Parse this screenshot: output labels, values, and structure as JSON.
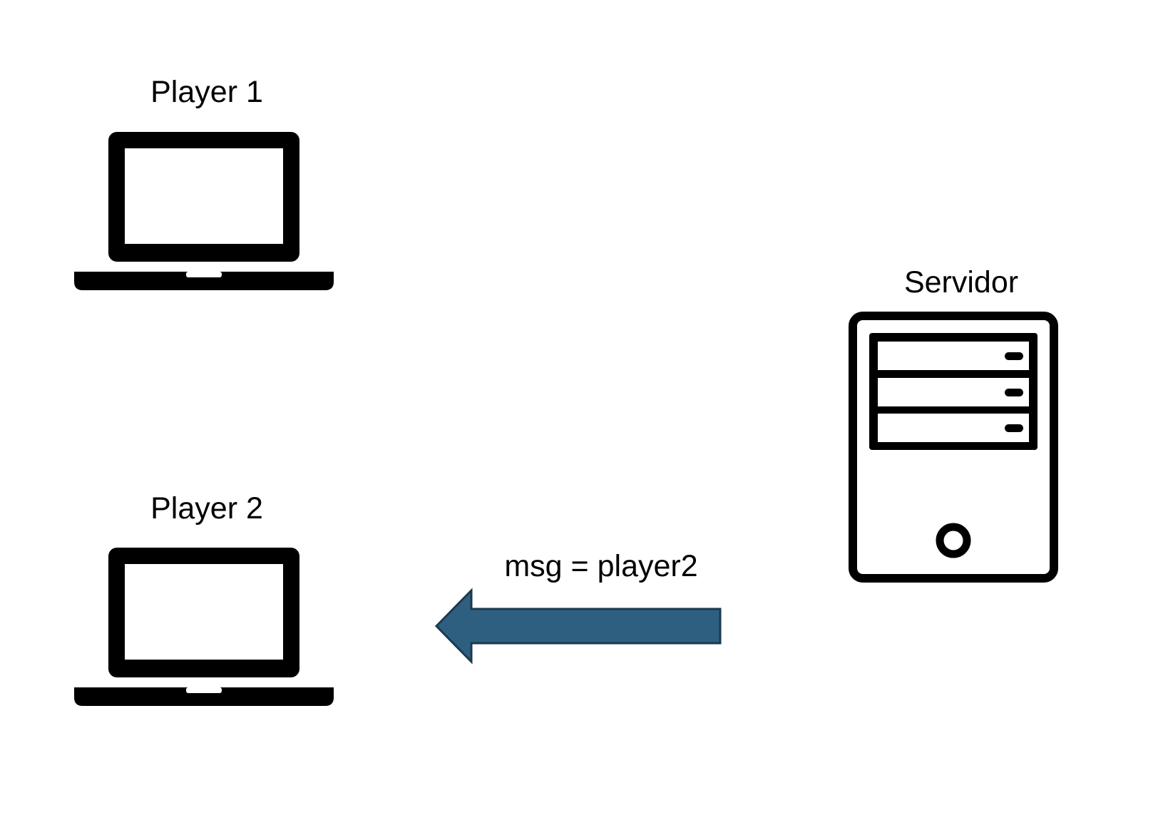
{
  "nodes": {
    "player1": {
      "label": "Player 1",
      "icon": "laptop-icon"
    },
    "player2": {
      "label": "Player 2",
      "icon": "laptop-icon"
    },
    "server": {
      "label": "Servidor",
      "icon": "server-icon"
    }
  },
  "message": {
    "text": "msg = player2",
    "from": "server",
    "to": "player2",
    "arrow_icon": "left-arrow-icon"
  },
  "colors": {
    "icon_stroke": "#000000",
    "arrow_fill": "#2e5f80",
    "arrow_outline": "#1b3a4f",
    "background": "#ffffff"
  }
}
